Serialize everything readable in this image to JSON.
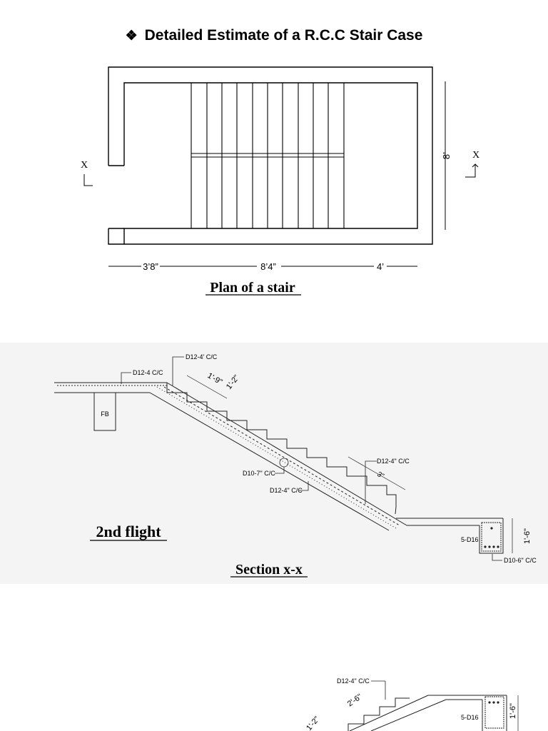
{
  "title": {
    "bullet": "❖",
    "text": "Detailed Estimate of a R.C.C Stair Case"
  },
  "plan": {
    "caption": "Plan of a stair",
    "dim_left": "3’8”",
    "dim_middle": "8’4”",
    "dim_right": "4’",
    "dim_height": "8’",
    "section_mark_left": "X",
    "section_mark_right": "X"
  },
  "section_2nd": {
    "flight_caption": "2nd flight",
    "section_caption": "Section x-x",
    "label_d12_4_cc_top": "D12-4 C/C",
    "label_d12_4_cc_slab": "D12-4' C/C",
    "dim_1_9": "1'-9\"",
    "dim_1_2": "1'-2\"",
    "label_fb": "FB",
    "label_d12_4_cc_mid": "D12-4\" C/C",
    "dim_3": "3\"",
    "label_d10_7_cc": "D10-7\" C/C",
    "label_d12_4_cc_bottom": "D12-4\" C/C",
    "label_5d16": "5-D16",
    "dim_1_6": "1'-6\"",
    "label_d10_6_cc": "D10-6\" C/C"
  },
  "section_1st": {
    "label_d12_4_cc": "D12-4\" C/C",
    "dim_2_6": "2'-6\"",
    "dim_1_2": "1'-2\"",
    "label_5d16": "5-D16",
    "dim_1_6": "1'-6\""
  }
}
